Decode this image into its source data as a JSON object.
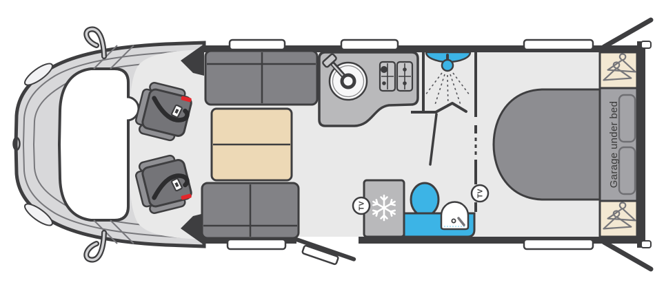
{
  "floorplan": {
    "type": "motorhome-floorplan",
    "labels": {
      "garage_under_bed": "Garage under bed",
      "tv_front": "TV",
      "tv_rear": "TV"
    },
    "icons": [
      "wing-mirror-icon",
      "seatbelt-icon",
      "sink-tap-icon",
      "hob-burners-icon",
      "shower-head-icon",
      "fridge-snowflake-icon",
      "toilet-icon",
      "washbasin-icon",
      "tv-badge",
      "wardrobe-hanger-icon",
      "bed-pillows-icon",
      "entry-door-icon"
    ],
    "colors": {
      "floor": "#e9e9e9",
      "wall": "#3e3e40",
      "outline": "#3e3e40",
      "white": "#ffffff",
      "cushion": "#828286",
      "table": "#edd9b6",
      "counter": "#b9b9bb",
      "hob": "#c6c6c8",
      "bed": "#8d8d91",
      "bed-head": "#a3a3a7",
      "wardrobe": "#f3e8d2",
      "accent-blue": "#3cb4e6",
      "accent-red": "#e3262b",
      "seat": "#747478",
      "seat-arm": "#909094",
      "belt": "#2c2c2e",
      "icon": "#76767a",
      "cab": "#d8d8da",
      "cab-line": "#77777b",
      "text": "#3a3a3a"
    }
  }
}
